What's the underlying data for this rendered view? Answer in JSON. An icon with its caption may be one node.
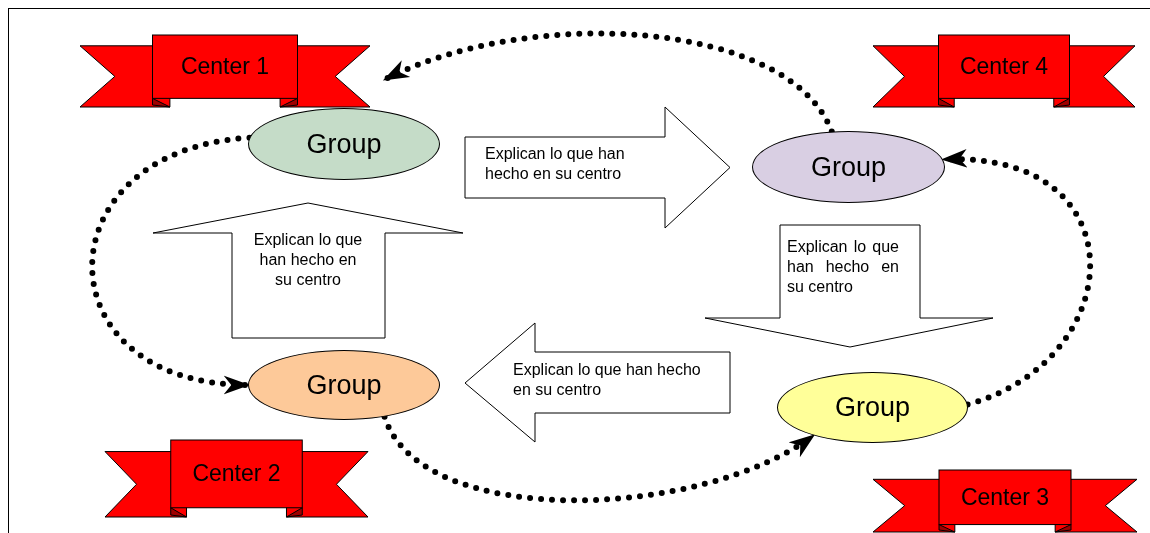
{
  "diagram": {
    "nodes": [
      {
        "text": [
          "Center 1"
        ]
      },
      {
        "text": [
          "Group"
        ]
      },
      {
        "text": [
          "Center 4"
        ]
      },
      {
        "text": [
          "Group"
        ]
      },
      {
        "text": [
          "Explican lo que han hecho en su centro"
        ]
      },
      {
        "text": [
          "Explican lo que han hecho en su centro"
        ]
      },
      {
        "text": [
          "Explican lo que han hecho en su centro"
        ]
      },
      {
        "text": [
          "Group"
        ]
      },
      {
        "text": [
          "Explican lo que han hecho en su centro"
        ]
      },
      {
        "text": [
          "Group"
        ]
      },
      {
        "text": [
          "Center 2"
        ]
      },
      {
        "text": [
          "Center 3"
        ]
      }
    ],
    "edges": [
      {
        "from": 3,
        "to": 0,
        "arrow": "to"
      },
      {
        "from": 1,
        "to": 7,
        "arrow": "to"
      },
      {
        "from": 7,
        "to": 9,
        "arrow": "to"
      },
      {
        "from": 9,
        "to": 3,
        "arrow": "to"
      }
    ]
  }
}
